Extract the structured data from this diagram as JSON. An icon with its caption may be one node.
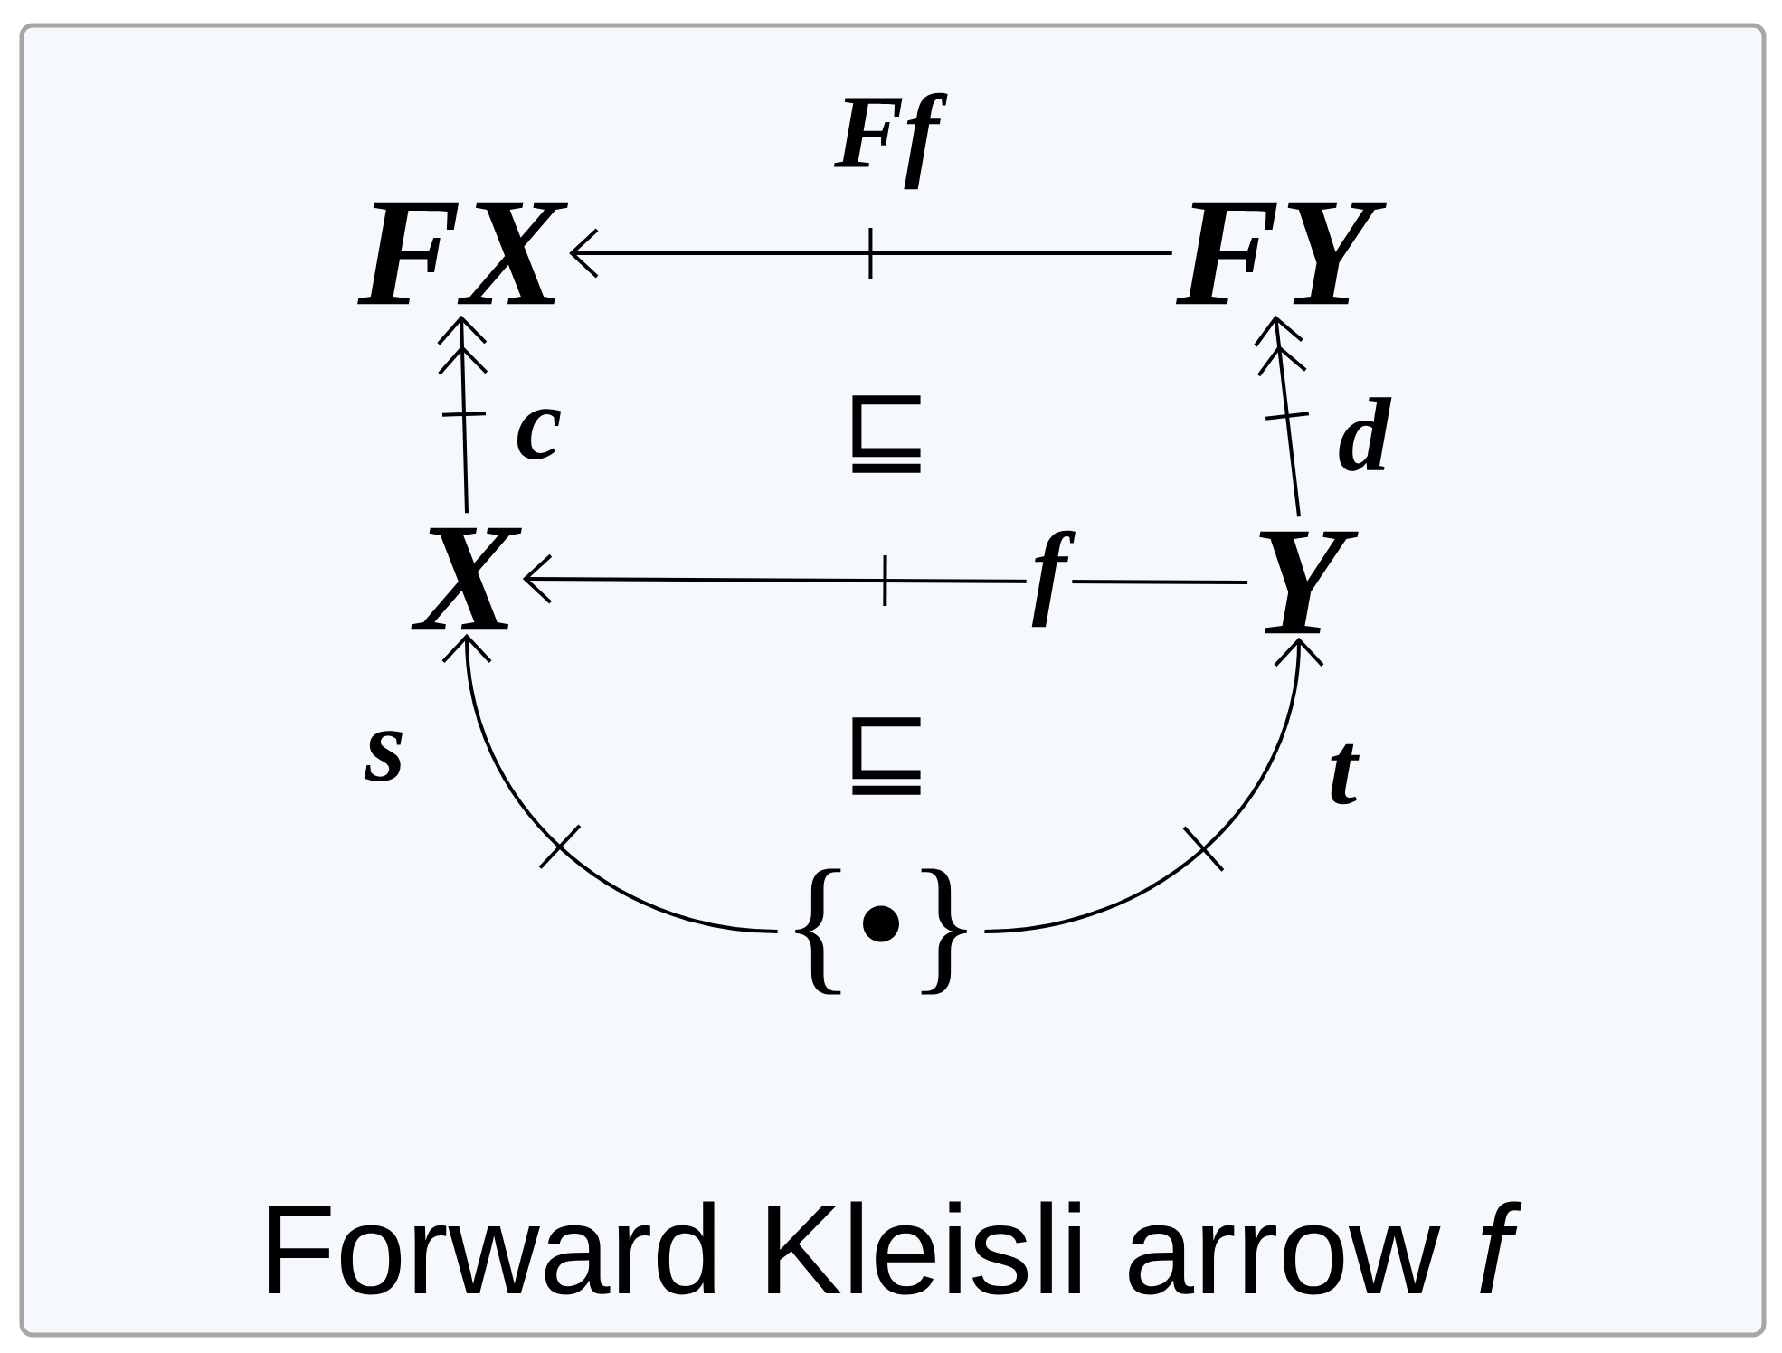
{
  "diagram": {
    "caption": "Forward Kleisli arrow *f*",
    "nodes": [
      {
        "text": [
          "FX"
        ]
      },
      {
        "text": [
          "FY"
        ]
      },
      {
        "text": [
          "X"
        ]
      },
      {
        "text": [
          "Y"
        ]
      },
      {
        "text": [
          "{•}"
        ]
      }
    ],
    "edges": [
      {
        "from": 1,
        "to": 0,
        "arrow": "to",
        "label": "Ff"
      },
      {
        "from": 3,
        "to": 2,
        "arrow": "to",
        "label": "f"
      },
      {
        "from": 2,
        "to": 0,
        "arrow": "to",
        "label": "c"
      },
      {
        "from": 3,
        "to": 1,
        "arrow": "to",
        "label": "d"
      },
      {
        "from": 4,
        "to": 2,
        "arrow": "to",
        "label": "s"
      },
      {
        "from": 4,
        "to": 3,
        "arrow": "to",
        "label": "t"
      }
    ],
    "labels": [
      "⊑",
      "⊑"
    ]
  }
}
